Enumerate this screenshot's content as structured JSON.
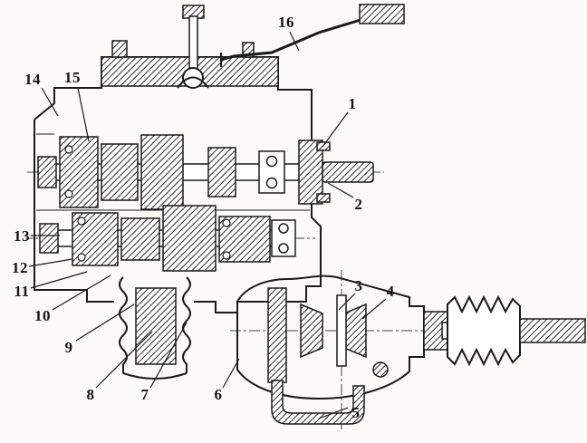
{
  "diagram": {
    "kind": "sectional technical drawing",
    "colors": {
      "line": "#1a1a1a",
      "background": "#fbfaf7",
      "hatch": "#2a2a2a"
    }
  },
  "callouts": [
    {
      "number": "1"
    },
    {
      "number": "2"
    },
    {
      "number": "3"
    },
    {
      "number": "4"
    },
    {
      "number": "5"
    },
    {
      "number": "6"
    },
    {
      "number": "7"
    },
    {
      "number": "8"
    },
    {
      "number": "9"
    },
    {
      "number": "10"
    },
    {
      "number": "11"
    },
    {
      "number": "12"
    },
    {
      "number": "13"
    },
    {
      "number": "14"
    },
    {
      "number": "15"
    },
    {
      "number": "16"
    }
  ]
}
